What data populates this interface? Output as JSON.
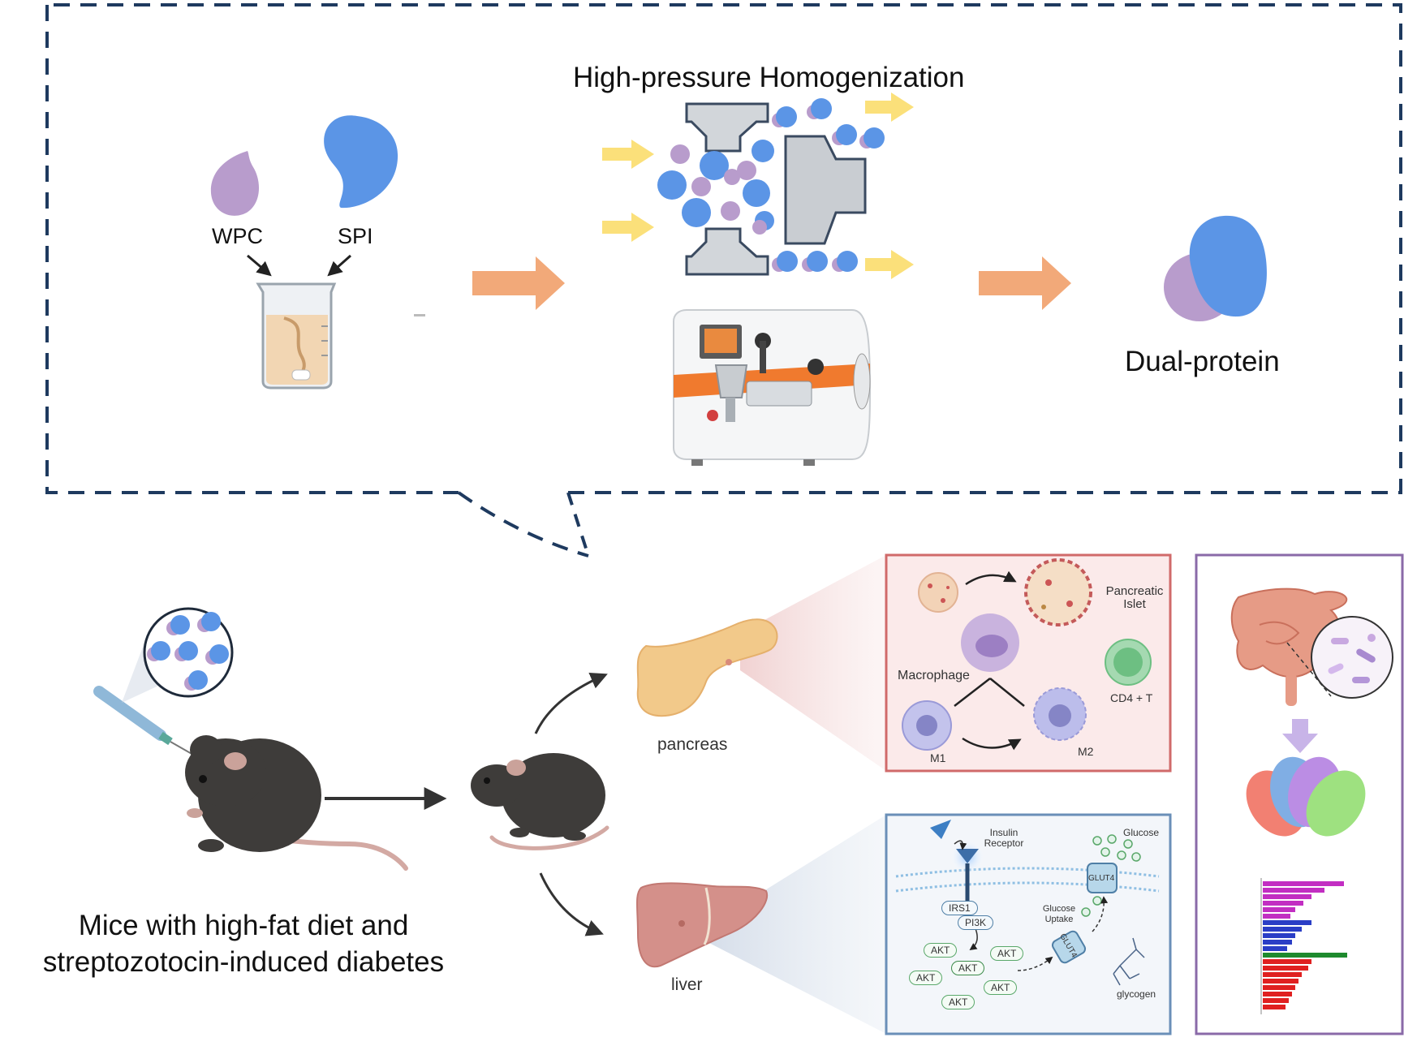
{
  "labels": {
    "process_title": "High-pressure Homogenization",
    "wpc": "WPC",
    "spi": "SPI",
    "dual_protein": "Dual-protein",
    "caption_line1": "Mice with high-fat diet and",
    "caption_line2": "streptozotocin-induced diabetes",
    "pancreas": "pancreas",
    "liver": "liver"
  },
  "pancreas_panel": {
    "pancreatic_islet_line1": "Pancreatic",
    "pancreatic_islet_line2": "Islet",
    "macrophage": "Macrophage",
    "cd4_t": "CD4 + T",
    "m1": "M1",
    "m2": "M2"
  },
  "liver_panel": {
    "insulin_receptor_line1": "Insulin",
    "insulin_receptor_line2": "Receptor",
    "glucose": "Glucose",
    "glut4_top": "GLUT4",
    "glut4_bottom": "GLUT4",
    "glucose_uptake_line1": "Glucose",
    "glucose_uptake_line2": "Uptake",
    "irs1": "IRS1",
    "pi3k": "PI3K",
    "akt": [
      "AKT",
      "AKT",
      "AKT",
      "AKT",
      "AKT",
      "AKT"
    ],
    "glycogen": "glycogen"
  },
  "colors": {
    "wpc": "#b89ccc",
    "spi": "#5b95e6",
    "arrow_orange": "#f2a979",
    "arrow_yellow": "#fbe07a",
    "dash_border": "#1e3a5f",
    "pancreas_panel_border": "#d06a6a",
    "liver_panel_border": "#6a8fb8",
    "gut_panel_border": "#8a6aa8"
  }
}
